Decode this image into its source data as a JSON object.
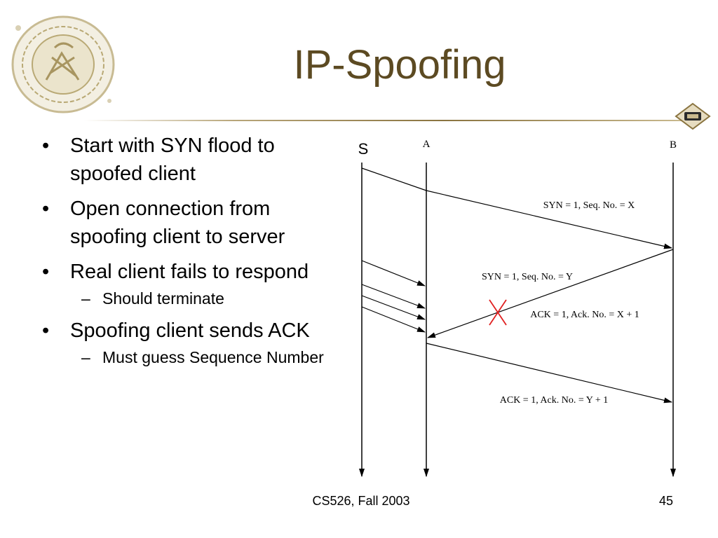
{
  "slide": {
    "title": "IP-Spoofing",
    "bullets": [
      {
        "text": "Start with SYN flood to spoofed client",
        "sub": []
      },
      {
        "text": "Open connection from spoofing client to server",
        "sub": []
      },
      {
        "text": "Real client fails to respond",
        "sub": [
          "Should terminate"
        ]
      },
      {
        "text": "Spoofing client sends ACK",
        "sub": [
          "Must guess Sequence Number"
        ]
      }
    ]
  },
  "diagram": {
    "hosts": {
      "s": "S",
      "a": "A",
      "b": "B"
    },
    "messages": {
      "syn_x": "SYN = 1,  Seq. No. = X",
      "syn_y": "SYN = 1,  Seq. No. = Y",
      "ack_x": "ACK = 1,  Ack. No. = X + 1",
      "ack_y": "ACK = 1,  Ack. No. = Y + 1"
    },
    "colors": {
      "line": "#000000",
      "drop_mark": "#e02020"
    }
  },
  "footer": {
    "course": "CS526, Fall 2003",
    "page": "45"
  },
  "icons": {
    "seal": "university-seal-icon",
    "logo": "purdue-logo-icon"
  },
  "colors": {
    "title": "#5c4a22",
    "accent": "#8a7440"
  }
}
